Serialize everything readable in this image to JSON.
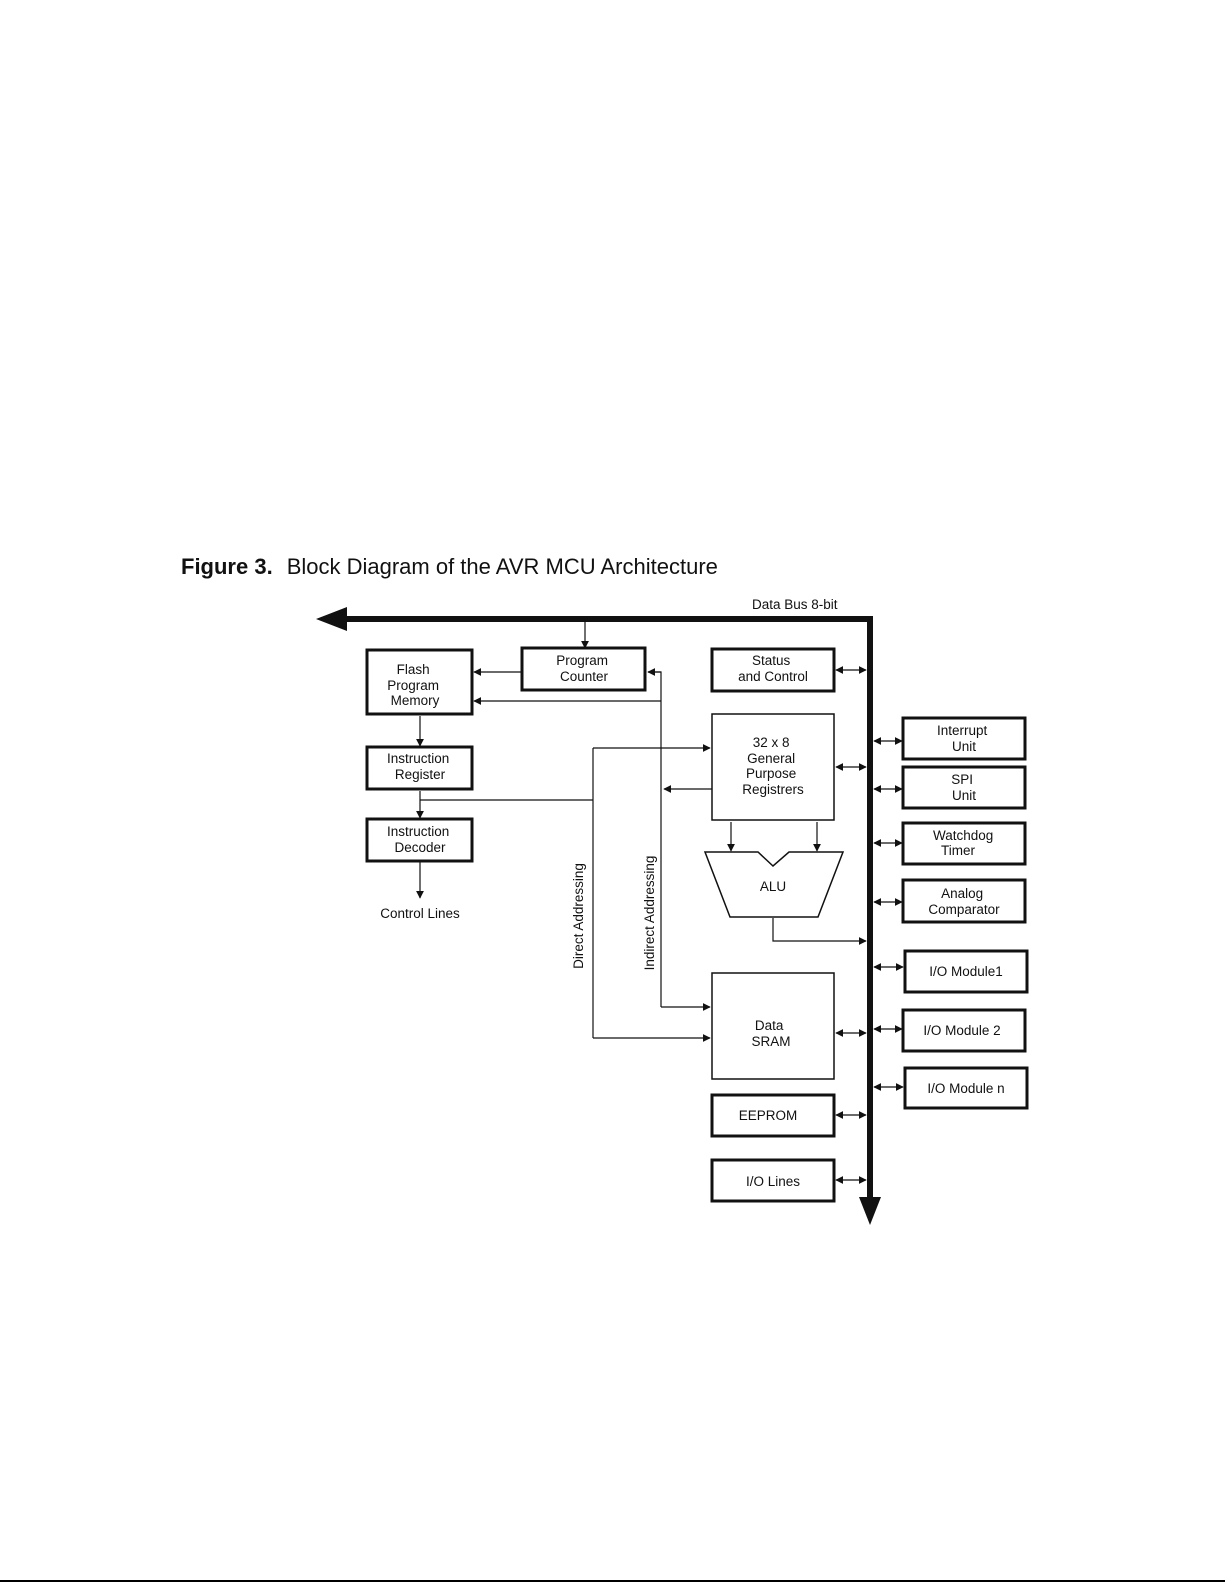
{
  "figure": {
    "number": "Figure 3.",
    "title": "Block Diagram of the AVR MCU Architecture"
  },
  "bus_label": "Data Bus 8-bit",
  "blocks": {
    "program_counter": [
      "Program",
      "Counter"
    ],
    "flash_memory": [
      "Flash",
      "Program",
      "Memory"
    ],
    "instruction_register": [
      "Instruction",
      "Register"
    ],
    "instruction_decoder": [
      "Instruction",
      "Decoder"
    ],
    "status_control": [
      "Status",
      "and Control"
    ],
    "registers": [
      "32 x 8",
      "General",
      "Purpose",
      "Registrers"
    ],
    "alu": [
      "ALU"
    ],
    "data_sram": [
      "Data",
      "SRAM"
    ],
    "eeprom": [
      "EEPROM"
    ],
    "io_lines": [
      "I/O Lines"
    ],
    "interrupt_unit": [
      "Interrupt",
      "Unit"
    ],
    "spi_unit": [
      "SPI",
      "Unit"
    ],
    "watchdog_timer": [
      "Watchdog",
      "Timer"
    ],
    "analog_comparator": [
      "Analog",
      "Comparator"
    ],
    "io_module_1": [
      "I/O Module1"
    ],
    "io_module_2": [
      "I/O Module 2"
    ],
    "io_module_n": [
      "I/O Module n"
    ]
  },
  "labels": {
    "control_lines": "Control Lines",
    "direct_addressing": "Direct Addressing",
    "indirect_addressing": "Indirect Addressing"
  }
}
